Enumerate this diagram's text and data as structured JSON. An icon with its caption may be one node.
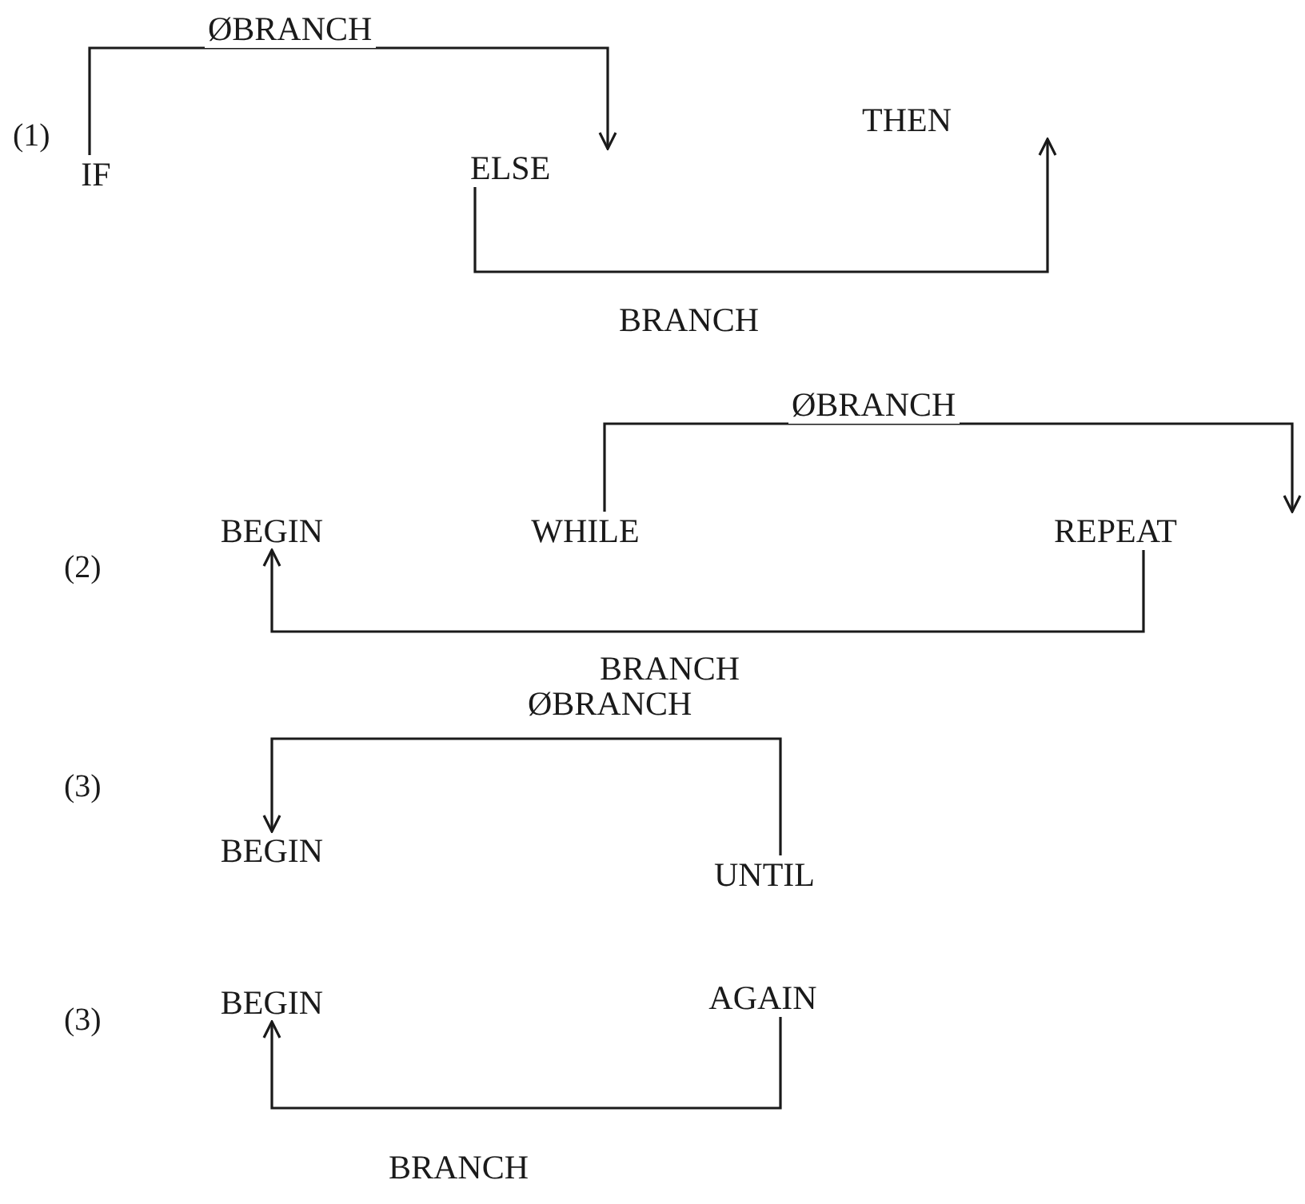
{
  "diagram": {
    "nodes": [
      {
        "text": [
          "IF"
        ]
      },
      {
        "text": [
          "ELSE"
        ]
      },
      {
        "text": [
          "THEN"
        ]
      },
      {
        "text": [
          "BEGIN"
        ]
      },
      {
        "text": [
          "WHILE"
        ]
      },
      {
        "text": [
          "REPEAT"
        ]
      },
      {
        "text": [
          "BEGIN"
        ]
      },
      {
        "text": [
          "UNTIL"
        ]
      },
      {
        "text": [
          "BEGIN"
        ]
      },
      {
        "text": [
          "AGAIN"
        ]
      }
    ],
    "edges": [
      {
        "from": 0,
        "to": 1,
        "arrow": "to",
        "label": "ØBRANCH"
      },
      {
        "from": 1,
        "to": 2,
        "arrow": "to",
        "label": "BRANCH"
      },
      {
        "from": 4,
        "to": 5,
        "arrow": "to",
        "label": "ØBRANCH"
      },
      {
        "from": 5,
        "to": 3,
        "arrow": "to",
        "label": "BRANCH"
      },
      {
        "from": 7,
        "to": 6,
        "arrow": "to",
        "label": "ØBRANCH"
      },
      {
        "from": 9,
        "to": 8,
        "arrow": "to",
        "label": "BRANCH"
      }
    ],
    "labels": [
      "(1)",
      "(2)",
      "(3)",
      "(3)"
    ]
  }
}
